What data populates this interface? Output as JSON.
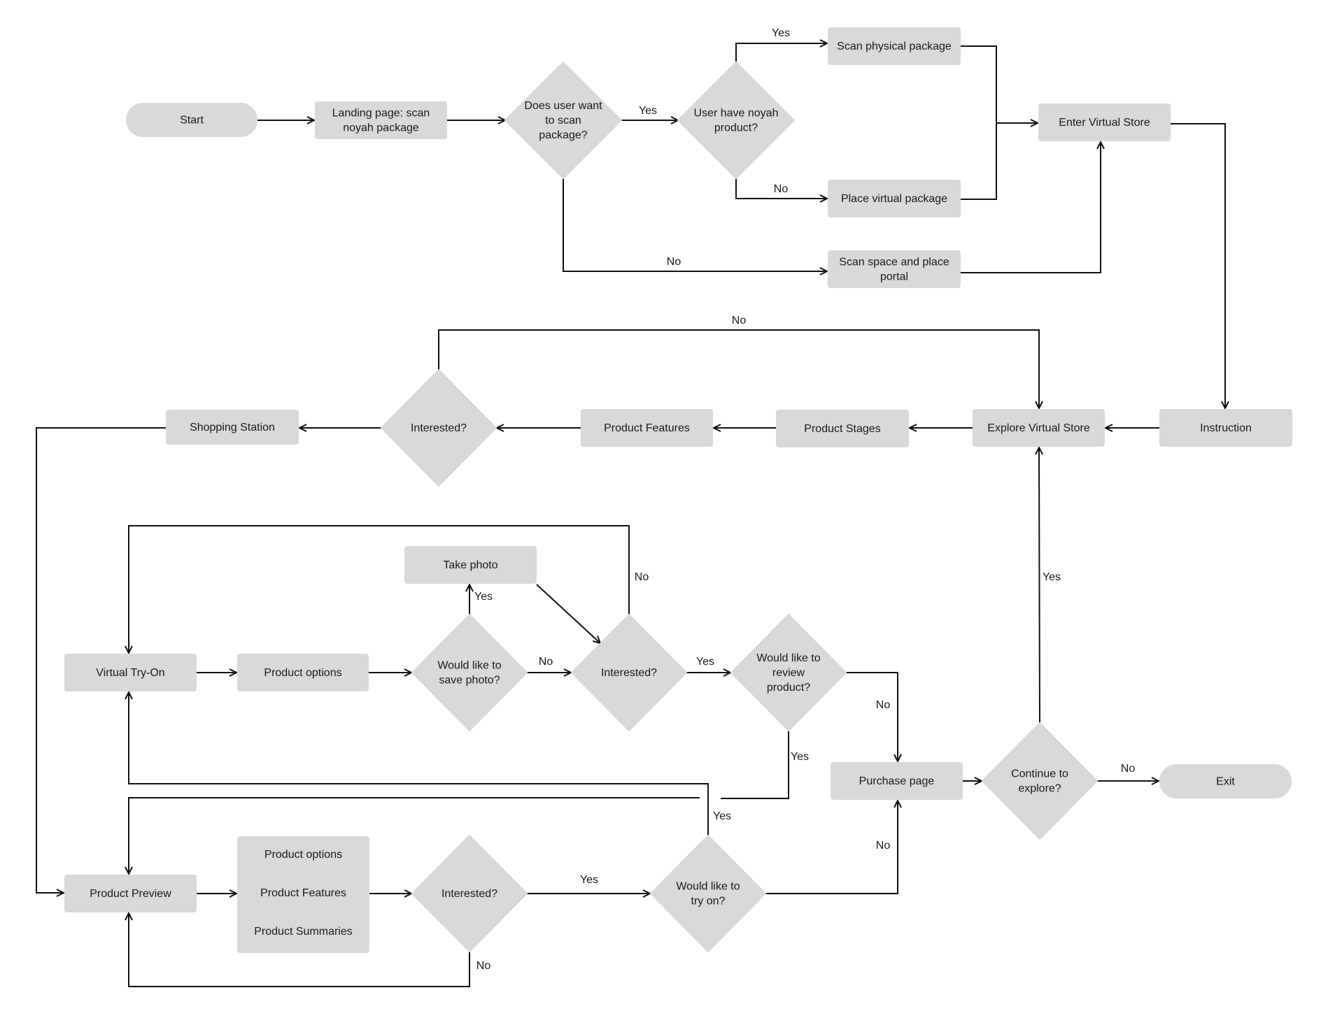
{
  "nodes": {
    "start": {
      "lines": [
        "Start"
      ]
    },
    "landing": {
      "lines": [
        "Landing page: scan",
        "noyah package"
      ]
    },
    "wantScan": {
      "lines": [
        "Does user want",
        "to scan",
        "package?"
      ]
    },
    "haveProduct": {
      "lines": [
        "User have noyah",
        "product?"
      ]
    },
    "scanPhysical": {
      "lines": [
        "Scan physical package"
      ]
    },
    "placeVirtual": {
      "lines": [
        "Place virtual package"
      ]
    },
    "scanSpace": {
      "lines": [
        "Scan space and place",
        "portal"
      ]
    },
    "enterStore": {
      "lines": [
        "Enter Virtual Store"
      ]
    },
    "instruction": {
      "lines": [
        "Instruction"
      ]
    },
    "explore": {
      "lines": [
        "Explore Virtual Store"
      ]
    },
    "stages": {
      "lines": [
        "Product Stages"
      ]
    },
    "features": {
      "lines": [
        "Product Features"
      ]
    },
    "interested1": {
      "lines": [
        "Interested?"
      ]
    },
    "shopping": {
      "lines": [
        "Shopping Station"
      ]
    },
    "takePhoto": {
      "lines": [
        "Take photo"
      ]
    },
    "tryOn": {
      "lines": [
        "Virtual Try-On"
      ]
    },
    "options": {
      "lines": [
        "Product options"
      ]
    },
    "savePhoto": {
      "lines": [
        "Would like to",
        "save photo?"
      ]
    },
    "interested2": {
      "lines": [
        "Interested?"
      ]
    },
    "review": {
      "lines": [
        "Would like to",
        "review",
        "product?"
      ]
    },
    "purchase": {
      "lines": [
        "Purchase page"
      ]
    },
    "continue": {
      "lines": [
        "Continue to",
        "explore?"
      ]
    },
    "exit": {
      "lines": [
        "Exit"
      ]
    },
    "preview": {
      "lines": [
        "Product Preview"
      ]
    },
    "previewList": {
      "lines": [
        "Product options",
        "Product Features",
        "Product Summaries"
      ]
    },
    "interested3": {
      "lines": [
        "Interested?"
      ]
    },
    "wouldTry": {
      "lines": [
        "Would like to",
        "try on?"
      ]
    }
  },
  "edge_labels": {
    "wantScan_yes": "Yes",
    "wantScan_no": "No",
    "haveProduct_yes": "Yes",
    "haveProduct_no": "No",
    "interested1_no": "No",
    "savePhoto_yes": "Yes",
    "savePhoto_no": "No",
    "interested2_no": "No",
    "interested2_yes": "Yes",
    "review_no": "No",
    "review_yes": "Yes",
    "continue_yes": "Yes",
    "continue_no": "No",
    "interested3_yes": "Yes",
    "interested3_no": "No",
    "wouldTry_yes": "Yes",
    "wouldTry_no": "No"
  },
  "colors": {
    "node_fill": "#d9d9d9",
    "line": "#111111",
    "text": "#1a1a1a"
  }
}
